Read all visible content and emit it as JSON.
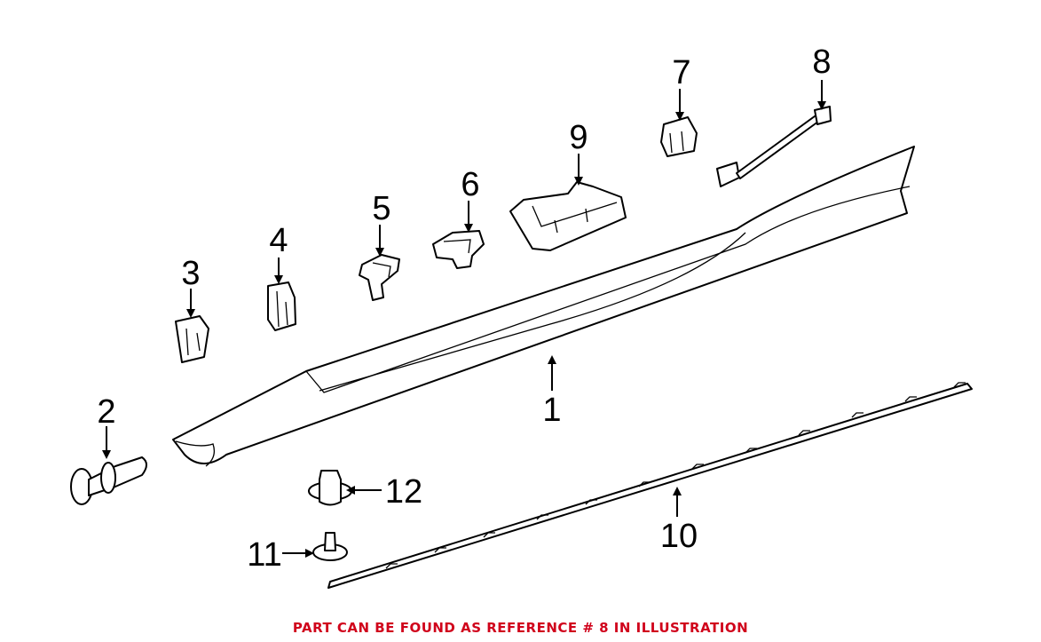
{
  "callouts": {
    "c1": "1",
    "c2": "2",
    "c3": "3",
    "c4": "4",
    "c5": "5",
    "c6": "6",
    "c7": "7",
    "c8": "8",
    "c9": "9",
    "c10": "10",
    "c11": "11",
    "c12": "12"
  },
  "note": "PART CAN BE FOUND AS REFERENCE # 8 IN ILLUSTRATION",
  "colors": {
    "note": "#d0021b",
    "line": "#000000"
  }
}
